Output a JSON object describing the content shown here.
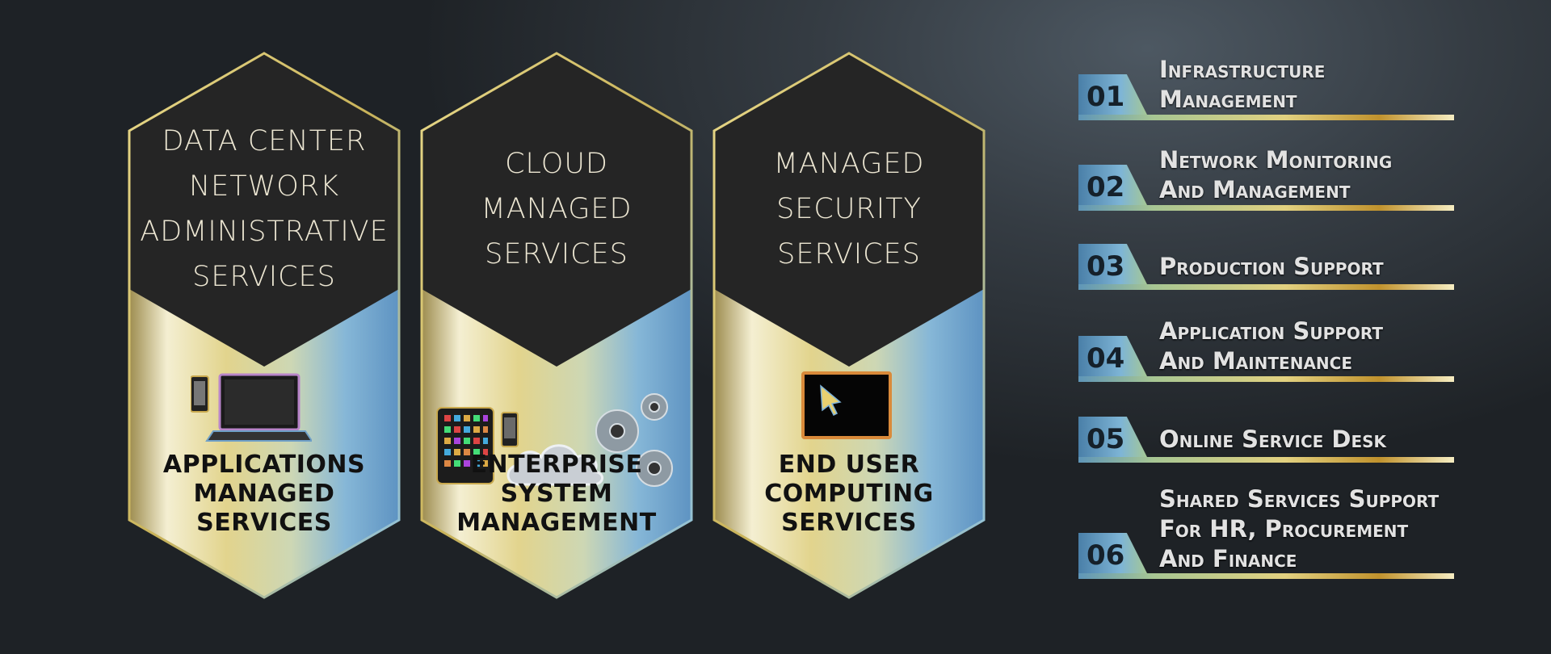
{
  "hexagons": [
    {
      "top_lines": [
        "DATA CENTER",
        "NETWORK",
        "ADMINISTRATIVE",
        "SERVICES"
      ],
      "bottom_lines": [
        "APPLICATIONS",
        "MANAGED",
        "SERVICES"
      ],
      "icon": "laptop-phone-icon"
    },
    {
      "top_lines": [
        "CLOUD",
        "MANAGED",
        "SERVICES"
      ],
      "bottom_lines": [
        "ENTERPRISE",
        "SYSTEM",
        "MANAGEMENT"
      ],
      "icon": "cloud-gears-icon"
    },
    {
      "top_lines": [
        "MANAGED",
        "SECURITY",
        "SERVICES"
      ],
      "bottom_lines": [
        "END USER",
        "COMPUTING",
        "SERVICES"
      ],
      "icon": "monitor-cursor-icon"
    }
  ],
  "list": [
    {
      "num": "01",
      "lines": [
        "Infrastructure",
        "Management"
      ]
    },
    {
      "num": "02",
      "lines": [
        "Network Monitoring",
        "And Management"
      ]
    },
    {
      "num": "03",
      "lines": [
        "Production Support"
      ]
    },
    {
      "num": "04",
      "lines": [
        "Application Support",
        "And Maintenance"
      ]
    },
    {
      "num": "05",
      "lines": [
        "Online Service Desk"
      ]
    },
    {
      "num": "06",
      "lines": [
        "Shared Services Support",
        "For HR, Procurement",
        "And Finance"
      ]
    }
  ],
  "colors": {
    "panel_dark": "#262626",
    "gold": "#e6d98a",
    "blue": "#7fb3d9"
  }
}
